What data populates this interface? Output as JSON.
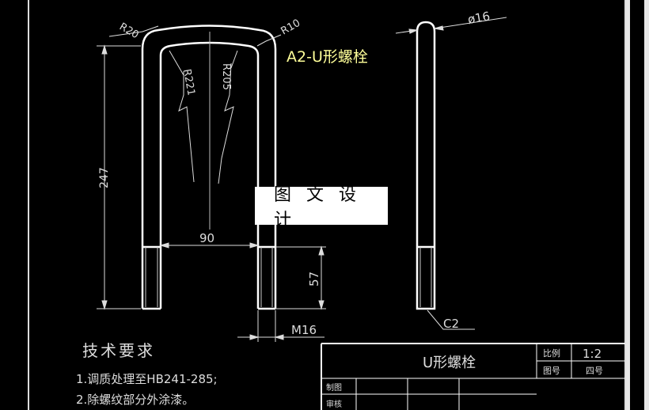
{
  "drawing_title": "A2-U形螺栓",
  "watermark": "图 文 设 计",
  "dimensions": {
    "r20": "R20",
    "r10": "R10",
    "r221": "R221",
    "r205": "R205",
    "height": "247",
    "inner_width": "90",
    "thread_length": "57",
    "thread": "M16",
    "diameter": "ø16",
    "chamfer": "C2"
  },
  "requirements": {
    "heading": "技术要求",
    "items": [
      "1.调质处理至HB241-285;",
      "2.除螺纹部分外涂漆。"
    ]
  },
  "title_block": {
    "part_name": "U形螺栓",
    "scale_label": "比例",
    "scale_value": "1:2",
    "drawing_no_label": "图号",
    "drawing_no_value": "四号",
    "drawn_by": "制图",
    "checked_by": "审核"
  },
  "colors": {
    "background": "#000000",
    "outline": "#ffffff",
    "dimension": "#dcdcdc",
    "title_text": "#ffff99"
  }
}
